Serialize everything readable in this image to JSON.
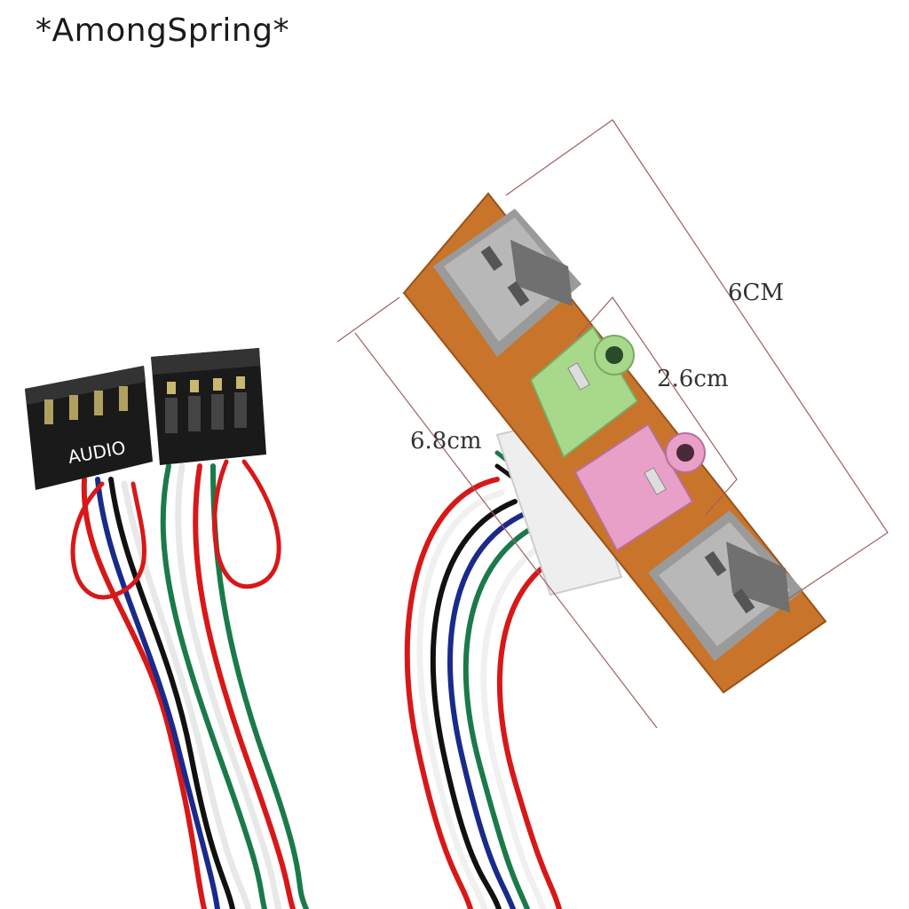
{
  "watermark": "*AmongSpring*",
  "dimensions": {
    "length": "6CM",
    "jack_width": "2.6cm",
    "width": "6.8cm"
  },
  "connector": {
    "audio_label": "AUDIO"
  },
  "colors": {
    "pcb": "#c8742a",
    "green_jack": "#a8d88a",
    "pink_jack": "#e8a0c8",
    "usb_metal": "#a8a8a8",
    "connector_black": "#1a1a1a",
    "wire_red": "#d81818",
    "wire_green": "#1a7a4a",
    "wire_blue": "#1a2a8a",
    "wire_black": "#111111",
    "wire_white": "#f0f0f0"
  }
}
